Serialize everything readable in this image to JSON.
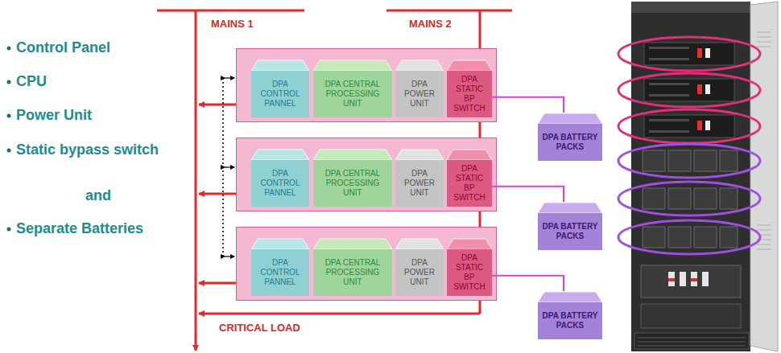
{
  "diagram": {
    "nodes": [
      {
        "text": [
          "DPA CONTROL PANNEL"
        ]
      },
      {
        "text": [
          "DPA CENTRAL PROCESSING UNIT"
        ]
      },
      {
        "text": [
          "DPA POWER UNIT"
        ]
      },
      {
        "text": [
          "DPA STATIC BP SWITCH"
        ]
      },
      {
        "text": [
          "DPA BATTERY PACKS"
        ]
      },
      {
        "text": [
          "DPA CONTROL PANNEL"
        ]
      },
      {
        "text": [
          "DPA CENTRAL PROCESSING UNIT"
        ]
      },
      {
        "text": [
          "DPA POWER UNIT"
        ]
      },
      {
        "text": [
          "DPA STATIC BP SWITCH"
        ]
      },
      {
        "text": [
          "DPA BATTERY PACKS"
        ]
      },
      {
        "text": [
          "DPA CONTROL PANNEL"
        ]
      },
      {
        "text": [
          "DPA CENTRAL PROCESSING UNIT"
        ]
      },
      {
        "text": [
          "DPA POWER UNIT"
        ]
      },
      {
        "text": [
          "DPA STATIC BP SWITCH"
        ]
      },
      {
        "text": [
          "DPA BATTERY PACKS"
        ]
      }
    ],
    "edges": [
      {
        "from": 3,
        "to": 4,
        "arrow": "none"
      },
      {
        "from": 8,
        "to": 9,
        "arrow": "none"
      },
      {
        "from": 13,
        "to": 14,
        "arrow": "none"
      }
    ],
    "labels": [
      "Control Panel",
      "CPU",
      "Power Unit",
      "Static bypass switch",
      "and",
      "Separate Batteries",
      "MAINS 1",
      "MAINS 2",
      "CRITICAL LOAD"
    ]
  }
}
